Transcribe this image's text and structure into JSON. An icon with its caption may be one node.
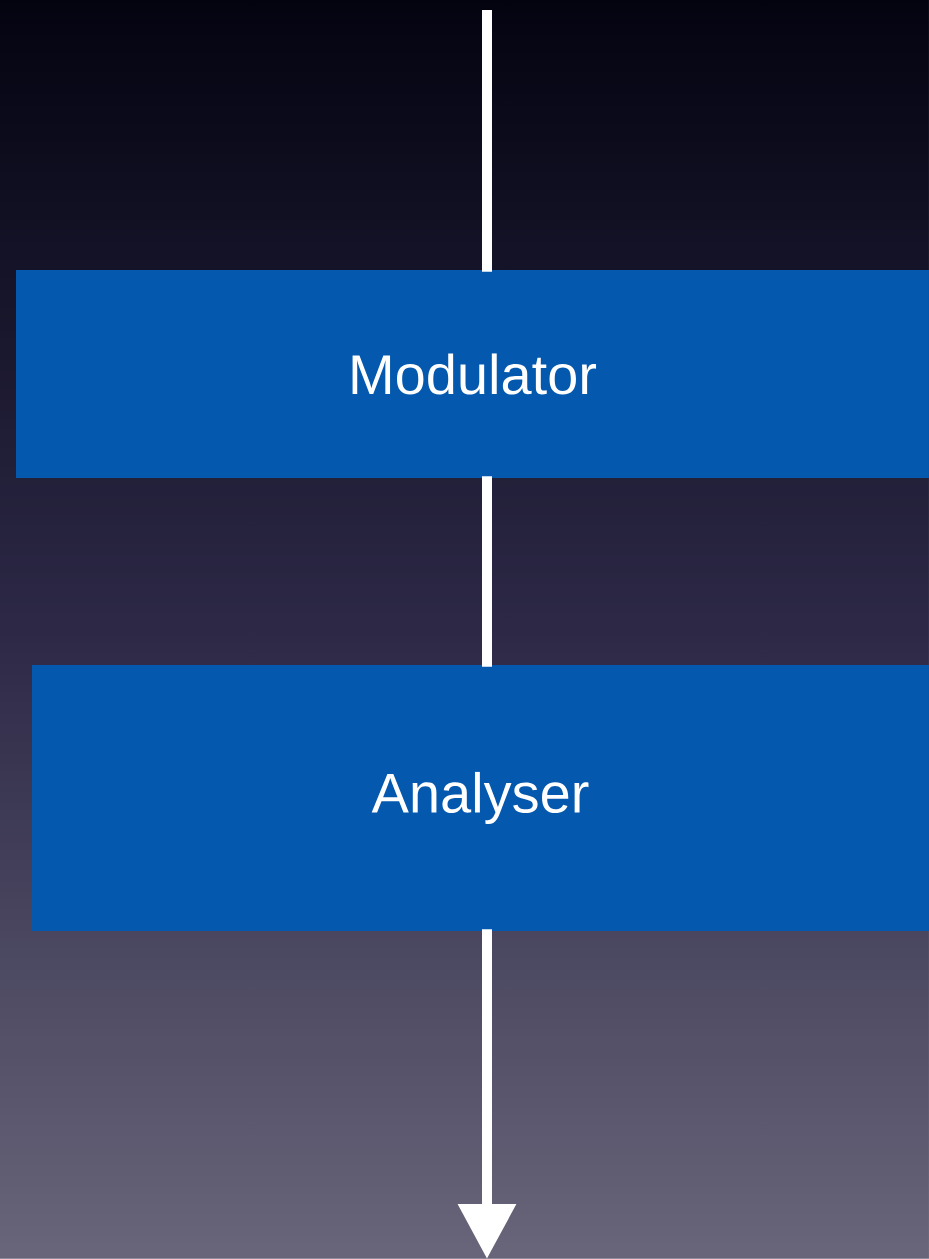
{
  "diagram": {
    "nodes": [
      {
        "text": [
          "Modulator"
        ]
      },
      {
        "text": [
          "Analyser"
        ]
      }
    ],
    "edges": [
      {
        "from": null,
        "to": 0,
        "arrow": "none"
      },
      {
        "from": 0,
        "to": 1,
        "arrow": "none"
      },
      {
        "from": 1,
        "to": null,
        "arrow": "to"
      }
    ]
  }
}
